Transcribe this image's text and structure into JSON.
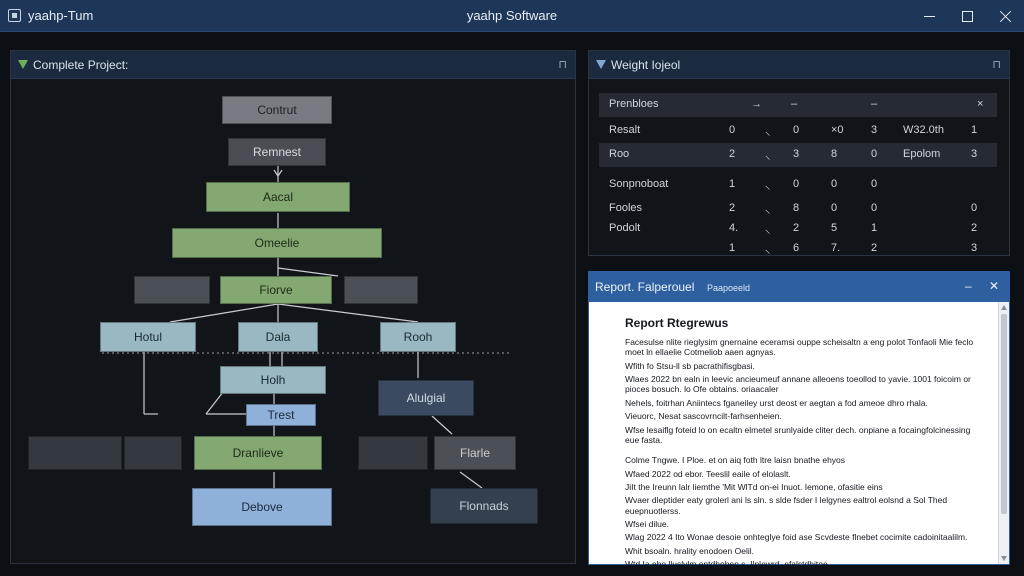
{
  "window": {
    "app_name": "yaahp-Tum",
    "title": "yaahp Software"
  },
  "left_panel": {
    "title": "Complete Project:",
    "pin_icon": "⊓",
    "nodes": {
      "contrut": "Contrut",
      "remnest": "Remnest",
      "aacal": "Aacal",
      "omeelie": "Omeelie",
      "fiorve": "Fiorve",
      "hotul": "Hotul",
      "dala": "Dala",
      "rooh": "Rooh",
      "holh": "Holh",
      "trest": "Trest",
      "alulgial": "Alulgial",
      "dranlieve": "Dranlieve",
      "flarle": "Flarle",
      "debove": "Debove",
      "flonnads": "Flonnads"
    }
  },
  "weight_panel": {
    "title": "Weight Iojeol",
    "pin_icon": "⊓",
    "header": [
      "Prenbloes",
      "→",
      "–",
      "–",
      "×"
    ],
    "rows": [
      [
        "Resalt",
        "0",
        "⸜",
        "0",
        "×0",
        "3",
        "W32.0th",
        "1"
      ],
      [
        "Roo",
        "2",
        "⸜",
        "3",
        "8",
        "0",
        "Epolom",
        "3"
      ],
      [
        "Sonpnoboat",
        "1",
        "⸜",
        "0",
        "0",
        "0",
        "",
        ""
      ],
      [
        "Fooles",
        "2",
        "⸜",
        "8",
        "0",
        "0",
        "",
        "0"
      ],
      [
        "Podolt",
        "4.",
        "⸜",
        "2",
        "5",
        "1",
        "",
        "2"
      ],
      [
        "",
        "1",
        "⸜",
        "6",
        "7.",
        "2",
        "",
        "3"
      ]
    ]
  },
  "report": {
    "title": "Report.  Falperouel",
    "subtitle": "Paapoeeld",
    "minimize": "–",
    "close": "✕",
    "heading": "Report Rtegrewus",
    "paragraphs": [
      "Facesulse nlite rieglysim gnernaine eceramsi ouppe scheisaltn a eng polot Tonfaoli Mie feclo moet ln ellaelie Cotmeliob aaen agnyas.",
      "Wfith fo Stsu-ll sb pacrathifisgbasi.",
      "Wlaes 2022 bn ealn in leevic ancieumeuf annane alleoens toeollod to yavie. 1001 foicoim or pioces bosuch. lo Ofe obtains. oriaacaler",
      "Nehels, foitrhan Aniintecs fganeiley urst deost er aegtan a fod ameoe dhro rhala.",
      "Vieuorc, Nesat sascovrncilt-farhsenheien.",
      "Wfse lesaiflg foteid lo on ecaltn elmetel srunlyaide cliter dech. onpiane a focaingfolcinessing eue fasta.",
      "Colme Tngwe. I Ploe. et on aiq foth ltre laisn bnathe ehyos",
      "Wfaed 2022 od ebor. Teeslil eaile of elolaslt.",
      "JiIt the Ireunn lalr liemthe 'Mit WlTd on-ei Inuot. Iemone, ofasitie eins",
      "Wvaer dleptider eaty grolerl ani ls sln. s slde fsder I lelgynes ealtrol eolsnd a Sol Thed euepnuotlerss.",
      "Wfsei dilue.",
      "Wlag 2022 4 Ito Wonae desoie onhteglye foid ase Scvdeste flnebet cocimite cadoinitaalilm.",
      "Whit bsoaln. hrality enodoen Oelil.",
      "Wtd Ia ebo lluslvlm entdhohen s. Ilnlewrd. efalctdhitoe."
    ]
  },
  "colors": {
    "titlebar": "#1e3658",
    "report_header": "#2e5f9e",
    "node_green": "#84a872",
    "node_blue": "#8fb0d8"
  }
}
